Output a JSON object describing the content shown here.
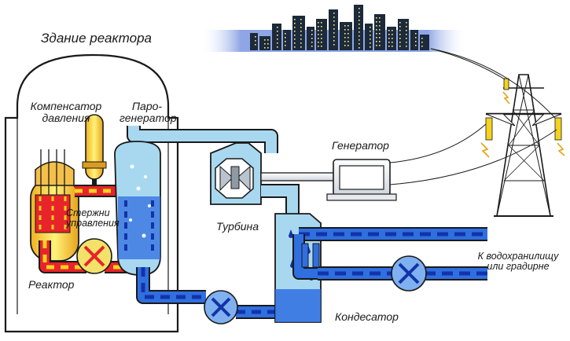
{
  "labels": {
    "reactor_building": "Здание реактора",
    "pressurizer_line1": "Компенсатор",
    "pressurizer_line2": "давления",
    "steam_gen_line1": "Паро-",
    "steam_gen_line2": "генератор",
    "control_rods_line1": "Стержни",
    "control_rods_line2": "управления",
    "reactor": "Реактор",
    "turbine": "Турбина",
    "generator": "Генератор",
    "condenser": "Кондесатор",
    "reservoir_line1": "К водохранилищу",
    "reservoir_line2": "или градирне"
  },
  "colors": {
    "hot_loop": "#e8242a",
    "hot_loop_dash": "#f4d31e",
    "cool_loop": "#2f6fe0",
    "cool_loop_dash": "#1333a8",
    "steam": "#a8d8f0",
    "outline": "#1a1a1a",
    "building_fill": "#ffffff",
    "city": "#1c2a3a",
    "sky": "#8fa6e6"
  }
}
